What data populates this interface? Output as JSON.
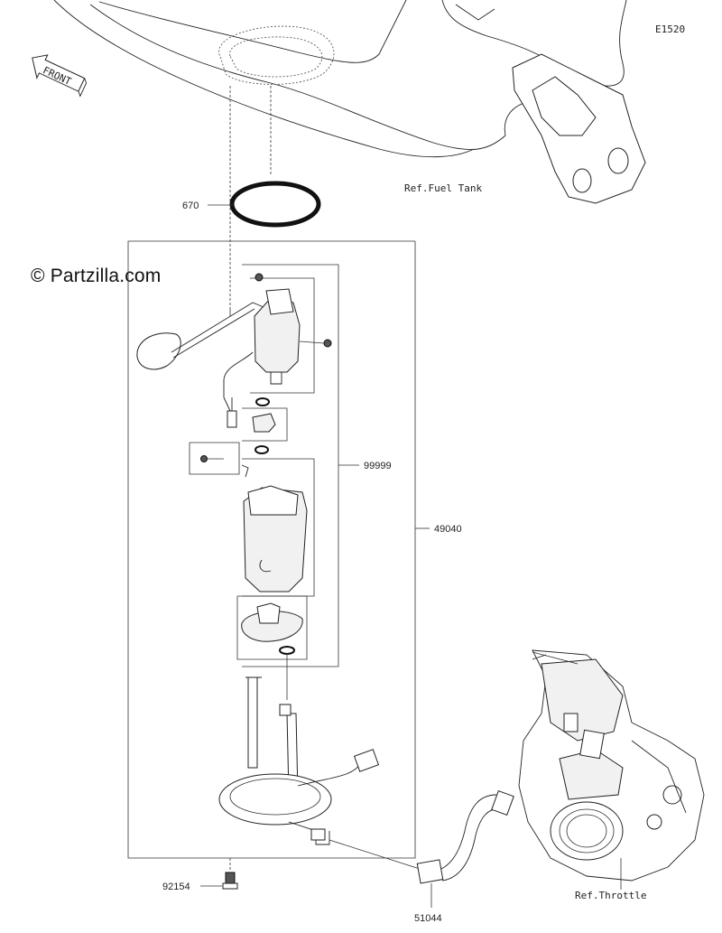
{
  "diagram": {
    "code": "E1520",
    "watermark": "© Partzilla.com",
    "front_label": "FRONT",
    "refs": {
      "fuel_tank": "Ref.Fuel Tank",
      "throttle": "Ref.Throttle"
    },
    "parts": {
      "p670": "670",
      "p99999": "99999",
      "p49040": "49040",
      "p92154": "92154",
      "p51044": "51044"
    }
  }
}
